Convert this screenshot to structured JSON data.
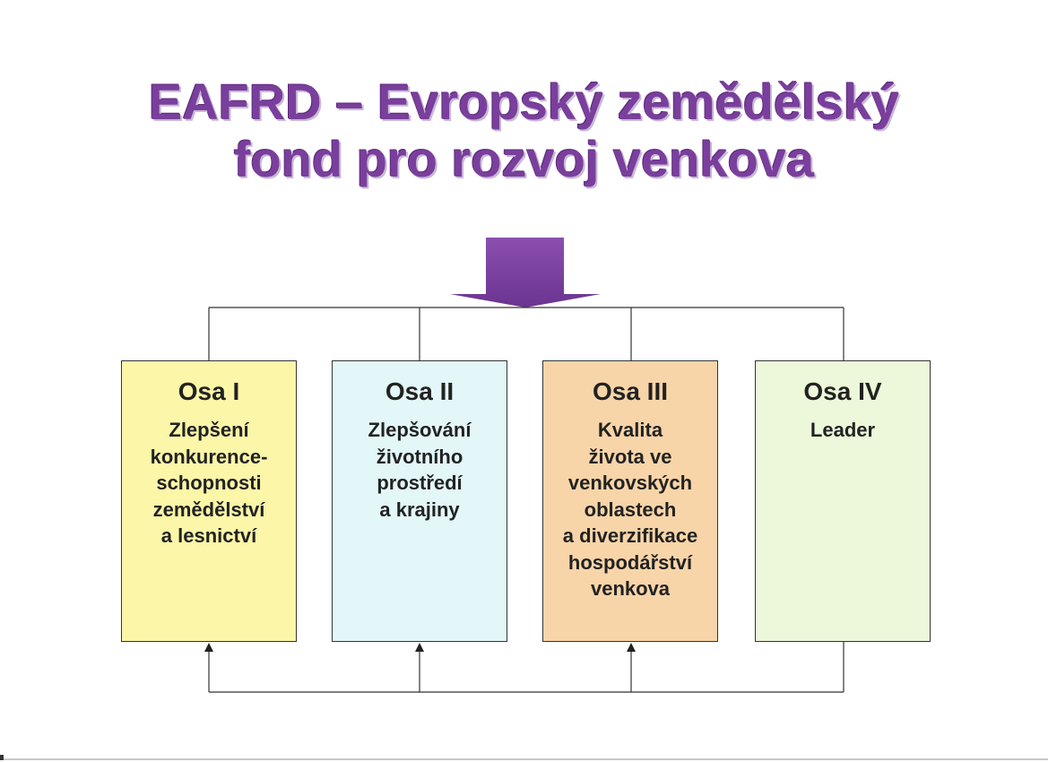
{
  "title": {
    "line1": "EAFRD – Evropský zemědělský",
    "line2": "fond pro rozvoj venkova"
  },
  "colors": {
    "title": "#7a3f9c",
    "arrow": "#7a3f9c",
    "osa_1": "#fbf6a8",
    "osa_2": "#e3f6f8",
    "osa_3": "#f8d5a8",
    "osa_4": "#ecf8d9"
  },
  "axes": [
    {
      "name": "Osa I",
      "description": "Zlepšení\nkonkurence-\nschopnosti\nzemědělství\na lesnictví"
    },
    {
      "name": "Osa II",
      "description": "Zlepšování\nživotního\nprostředí\na krajiny"
    },
    {
      "name": "Osa III",
      "description": "Kvalita\nživota ve\nvenkovských\noblastech\na diverzifikace\nhospodářství\nvenkova"
    },
    {
      "name": "Osa IV",
      "description": "Leader"
    }
  ]
}
